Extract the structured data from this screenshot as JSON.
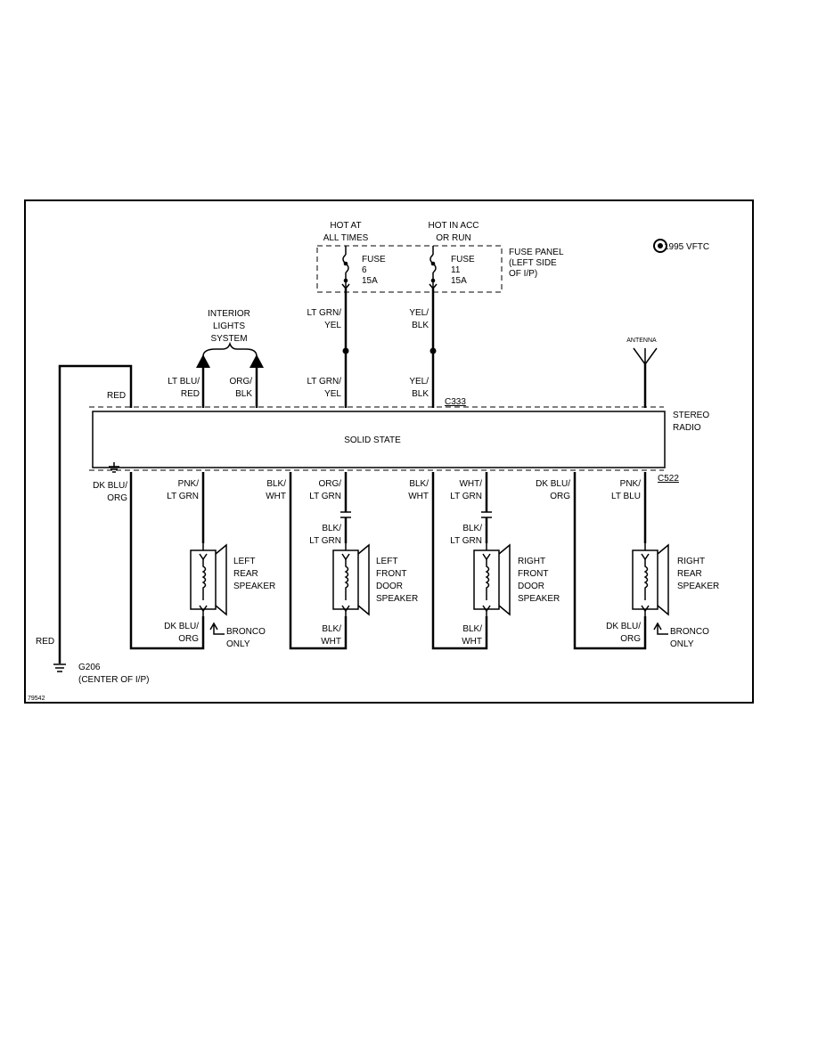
{
  "fuse_labels": {
    "hot_at_all_times": [
      "HOT AT",
      "ALL TIMES"
    ],
    "hot_in_acc_or_run": [
      "HOT IN ACC",
      "OR RUN"
    ],
    "fuse_6": [
      "FUSE",
      "6",
      "15A"
    ],
    "fuse_11": [
      "FUSE",
      "11",
      "15A"
    ],
    "fuse_panel": [
      "FUSE PANEL",
      "(LEFT SIDE",
      "OF I/P)"
    ]
  },
  "year_model": "1995 VFTC",
  "interior_lights": [
    "INTERIOR",
    "LIGHTS",
    "SYSTEM"
  ],
  "antenna": "ANTENNA",
  "connectors": {
    "top": "C333",
    "bottom": "C522"
  },
  "radio": {
    "name": [
      "STEREO",
      "RADIO"
    ],
    "body": "SOLID STATE"
  },
  "top_wires": {
    "red": "RED",
    "lt_blu_red": [
      "LT BLU/",
      "RED"
    ],
    "org_blk": [
      "ORG/",
      "BLK"
    ],
    "lt_grn_yel_upper": [
      "LT GRN/",
      "YEL"
    ],
    "yel_blk_upper": [
      "YEL/",
      "BLK"
    ],
    "lt_grn_yel_lower": [
      "LT GRN/",
      "YEL"
    ],
    "yel_blk_lower": [
      "YEL/",
      "BLK"
    ]
  },
  "bottom_wires": {
    "dk_blu_org_1": [
      "DK BLU/",
      "ORG"
    ],
    "pnk_lt_grn": [
      "PNK/",
      "LT GRN"
    ],
    "blk_wht_1": [
      "BLK/",
      "WHT"
    ],
    "org_lt_grn": [
      "ORG/",
      "LT GRN"
    ],
    "blk_wht_2": [
      "BLK/",
      "WHT"
    ],
    "wht_lt_grn": [
      "WHT/",
      "LT GRN"
    ],
    "dk_blu_org_2": [
      "DK BLU/",
      "ORG"
    ],
    "pnk_lt_blu": [
      "PNK/",
      "LT BLU"
    ]
  },
  "speaker_wires": {
    "blk_lt_grn_1": [
      "BLK/",
      "LT GRN"
    ],
    "blk_lt_grn_2": [
      "BLK/",
      "LT GRN"
    ],
    "lr_return": [
      "DK BLU/",
      "ORG"
    ],
    "lf_return": [
      "BLK/",
      "WHT"
    ],
    "rf_return": [
      "BLK/",
      "WHT"
    ],
    "rr_return": [
      "DK BLU/",
      "ORG"
    ]
  },
  "speakers": {
    "left_rear": [
      "LEFT",
      "REAR",
      "SPEAKER"
    ],
    "left_front": [
      "LEFT",
      "FRONT",
      "DOOR",
      "SPEAKER"
    ],
    "right_front": [
      "RIGHT",
      "FRONT",
      "DOOR",
      "SPEAKER"
    ],
    "right_rear": [
      "RIGHT",
      "REAR",
      "SPEAKER"
    ]
  },
  "bronco_only_left": [
    "BRONCO",
    "ONLY"
  ],
  "bronco_only_right": [
    "BRONCO",
    "ONLY"
  ],
  "ground": {
    "wire": "RED",
    "label": [
      "G206",
      "(CENTER OF I/P)"
    ]
  },
  "figure_number": "79542"
}
